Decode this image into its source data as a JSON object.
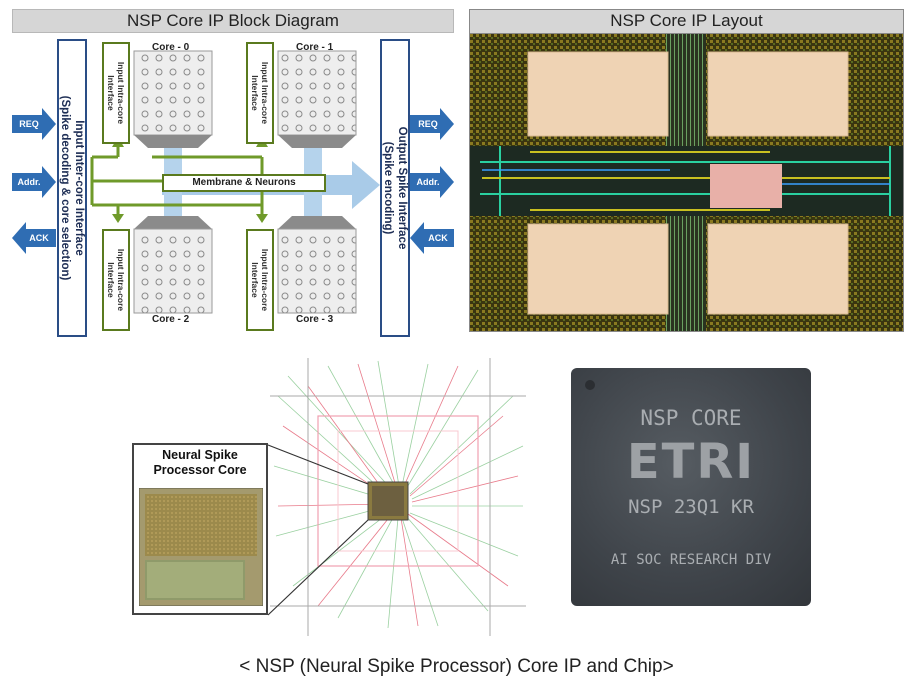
{
  "block_diagram": {
    "title": "NSP Core IP Block Diagram",
    "input_interface": "Input Inter-core Interface\n(Spike decoding & core selection)",
    "output_interface": "Output Spike Interface\n(Spike encoding)",
    "intra_core_interface": "Input Intra-core\nInterface",
    "membrane": "Membrane & Neurons",
    "cores": [
      "Core - 0",
      "Core - 1",
      "Core - 2",
      "Core - 3"
    ],
    "input_signals": [
      "REQ",
      "Addr.",
      "ACK"
    ],
    "output_signals": [
      "REQ",
      "Addr.",
      "ACK"
    ]
  },
  "layout": {
    "title": "NSP Core IP Layout"
  },
  "die": {
    "inset_title": "Neural Spike\nProcessor Core"
  },
  "chip": {
    "line1": "NSP CORE",
    "brand": "ETRI",
    "line3": "NSP 23Q1 KR",
    "line4": "AI SOC RESEARCH DIV"
  },
  "caption": "< NSP (Neural Spike Processor) Core IP and Chip>",
  "colors": {
    "interface_border": "#2a4d86",
    "signal_arrow": "#2f6db3",
    "green_bus": "#6f9a2a",
    "spike_arrow": "#a9cbe8",
    "layout_block": "#efd3b4"
  }
}
